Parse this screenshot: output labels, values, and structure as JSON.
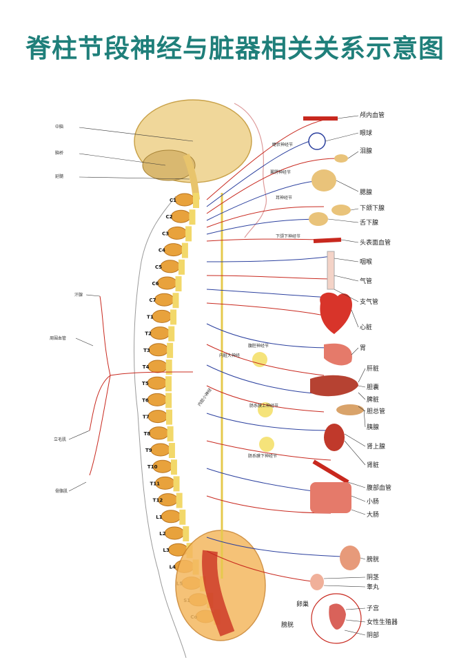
{
  "title": "脊柱节段神经与脏器相关关系示意图",
  "left_labels": {
    "zhongnao": "中脑",
    "naoqiao": "脑桥",
    "yansui": "延髓",
    "hanxian": "汗腺",
    "zhouwei": "周围血管",
    "limaoji": "立毛肌",
    "beikuoji": "骨骼肌"
  },
  "right_labels": {
    "lunei": "颅内血管",
    "yanqiu": "眼球",
    "leixian": "泪腺",
    "saixian": "腮腺",
    "xiahexia": "下颌下腺",
    "shexia": "舌下腺",
    "toubiao": "头表面血管",
    "yanhou": "咽喉",
    "qiguan": "气管",
    "zhiqiguan": "支气管",
    "xinzang": "心脏",
    "wei": "胃",
    "ganzang": "肝脏",
    "dannang": "胆囊",
    "pizang": "脾脏",
    "danzongguan": "胆总管",
    "yixian": "胰腺",
    "shenshangxian": "肾上腺",
    "shenzang": "肾脏",
    "fubuxueguan": "腹部血管",
    "xiaochang": "小肠",
    "dachang": "大肠",
    "pangguang": "膀胱",
    "yinjing": "阴茎",
    "gaowan": "睾丸",
    "luanchao": "卵巢",
    "pangguang2": "膀胱",
    "zigong": "子宫",
    "nvxing": "女性生殖器",
    "yinbu": "阴部"
  },
  "ganglion_labels": {
    "jiezhuang": "睫状神经节",
    "yidie": "翼腭神经节",
    "er": "耳神经节",
    "xiahexia_sj": "下颌下神经节",
    "fuqiang": "腹腔神经节",
    "neizang": "内脏大神经",
    "neizangxiao": "内脏小神经",
    "changximo_shang": "肠系膜上神经节",
    "changximo_xia": "肠系膜下神经节"
  },
  "vertebrae": [
    "C1",
    "C2",
    "C3",
    "C4",
    "C5",
    "C6",
    "C7",
    "T1",
    "T2",
    "T3",
    "T4",
    "T5",
    "T6",
    "T7",
    "T8",
    "T9",
    "T10",
    "T11",
    "T12",
    "L1",
    "L2",
    "L3",
    "L4",
    "L5",
    "S1",
    "Co"
  ],
  "colors": {
    "title": "#1f7f7a",
    "nerve_red": "#c8281e",
    "nerve_blue": "#2a3f9e",
    "bone": "#e8a23c",
    "cord": "#f2d86a"
  }
}
